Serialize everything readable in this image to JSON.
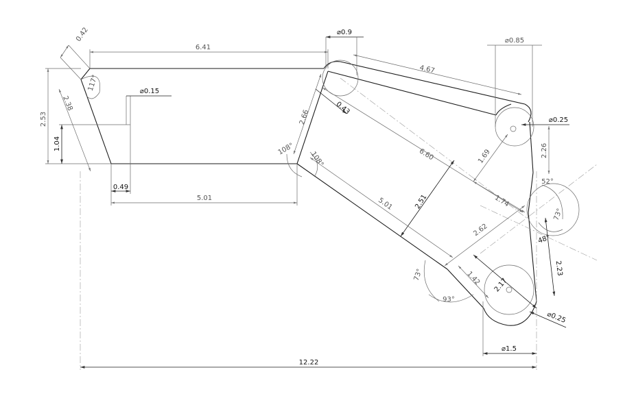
{
  "dimensions": {
    "overall_width": "12.22",
    "top_length": "6.41",
    "bottom_length": "5.01",
    "diagonal_length": "5.01",
    "left_height": "2.53",
    "inner_height": "1.04",
    "chamfer": "0.42",
    "slant_length": "2.38",
    "offset": "0.49",
    "link_diag": "2.66",
    "offset_043": "0.43",
    "top_right_link": "4.67",
    "long_diag": "6.60",
    "center_dim_251": "2.51",
    "short_169": "1.69",
    "short_174": "1.74",
    "mid_262": "2.62",
    "right_226": "2.26",
    "right_223": "2.23",
    "lower_142": "1.42",
    "lower_217": "2.17"
  },
  "diameters": {
    "hole_015": "⌀0.15",
    "hole_09": "⌀0.9",
    "hole_085": "⌀0.85",
    "hole_025_top": "⌀0.25",
    "hole_025_bottom": "⌀0.25",
    "hole_15": "⌀1.5"
  },
  "angles": {
    "a117": "117°",
    "a108_left": "108°",
    "a108_right": "108°",
    "a52": "52°",
    "a73_right": "73°",
    "a48": "48°",
    "a73_left": "73°",
    "a93": "93°"
  }
}
